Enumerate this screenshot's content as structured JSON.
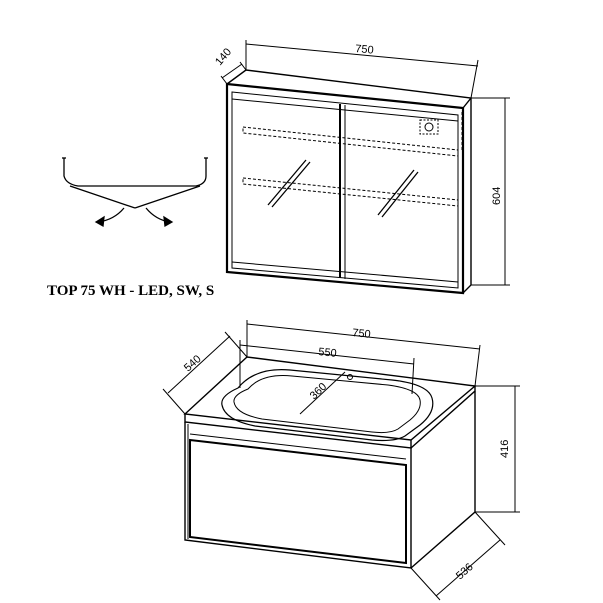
{
  "title": "TOP 75 WH - LED, SW, S",
  "mirror_cabinet": {
    "depth": "140",
    "width": "750",
    "height": "604"
  },
  "vanity": {
    "depth": "540",
    "width": "750",
    "basin_width": "550",
    "basin_depth": "360",
    "height": "416",
    "cabinet_depth": "536"
  }
}
